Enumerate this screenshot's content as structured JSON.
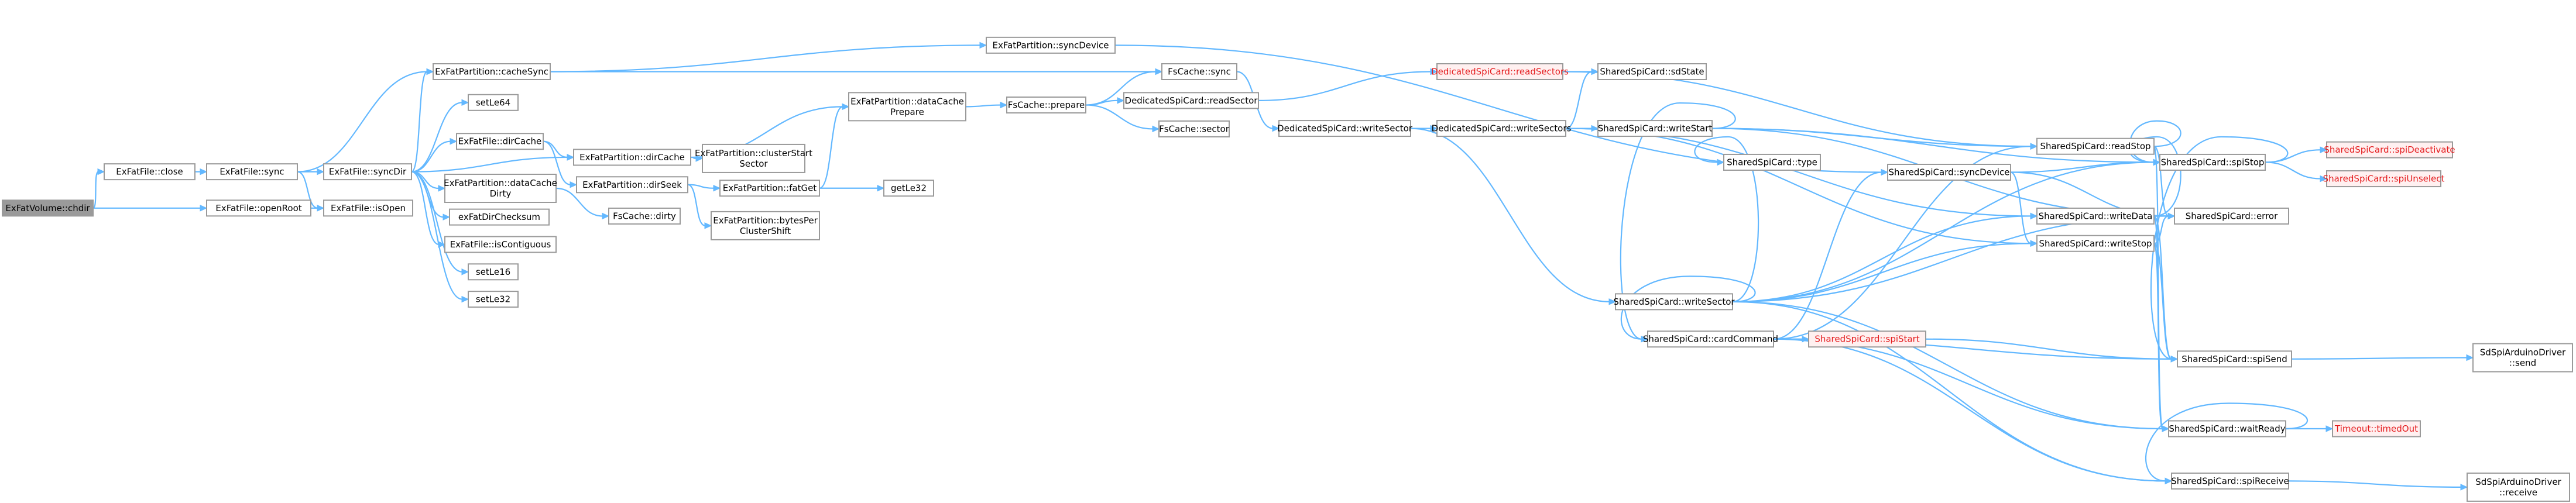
{
  "colors": {
    "node_fill": "#ffffff",
    "node_border": "#9a9a9a",
    "root_fill": "#9a9a9a",
    "root_text": "#000000",
    "text": "#000000",
    "warn_text": "#e41a1c",
    "warn_border": "#e41a1c",
    "warn_fill": "#fff0f0",
    "edge": "#63b8ff"
  },
  "nodes": [
    {
      "id": "n0",
      "lines": [
        "ExFatVolume::chdir"
      ],
      "style": "root"
    },
    {
      "id": "n1",
      "lines": [
        "ExFatFile::close"
      ]
    },
    {
      "id": "n2",
      "lines": [
        "ExFatFile::openRoot"
      ]
    },
    {
      "id": "n3",
      "lines": [
        "ExFatFile::sync"
      ]
    },
    {
      "id": "n4",
      "lines": [
        "ExFatFile::isOpen"
      ]
    },
    {
      "id": "n5",
      "lines": [
        "ExFatFile::syncDir"
      ]
    },
    {
      "id": "n6",
      "lines": [
        "ExFatPartition::cacheSync"
      ]
    },
    {
      "id": "n7",
      "lines": [
        "setLe64"
      ]
    },
    {
      "id": "n8",
      "lines": [
        "ExFatFile::dirCache"
      ]
    },
    {
      "id": "n9",
      "lines": [
        "ExFatPartition::dataCache",
        "Dirty"
      ]
    },
    {
      "id": "n10",
      "lines": [
        "exFatDirChecksum"
      ]
    },
    {
      "id": "n11",
      "lines": [
        "ExFatFile::isContiguous"
      ]
    },
    {
      "id": "n12",
      "lines": [
        "setLe16"
      ]
    },
    {
      "id": "n13",
      "lines": [
        "setLe32"
      ]
    },
    {
      "id": "n14",
      "lines": [
        "ExFatPartition::dirCache"
      ]
    },
    {
      "id": "n15",
      "lines": [
        "ExFatPartition::dirSeek"
      ]
    },
    {
      "id": "n16",
      "lines": [
        "FsCache::dirty"
      ]
    },
    {
      "id": "n17",
      "lines": [
        "ExFatPartition::syncDevice"
      ]
    },
    {
      "id": "n18",
      "lines": [
        "FsCache::sync"
      ]
    },
    {
      "id": "n19",
      "lines": [
        "ExFatPartition::clusterStart",
        "Sector"
      ]
    },
    {
      "id": "n20",
      "lines": [
        "ExFatPartition::dataCache",
        "Prepare"
      ]
    },
    {
      "id": "n21",
      "lines": [
        "ExFatPartition::fatGet"
      ]
    },
    {
      "id": "n22",
      "lines": [
        "ExFatPartition::bytesPer",
        "ClusterShift"
      ]
    },
    {
      "id": "n23",
      "lines": [
        "FsCache::prepare"
      ]
    },
    {
      "id": "n24",
      "lines": [
        "getLe32"
      ]
    },
    {
      "id": "n25",
      "lines": [
        "DedicatedSpiCard::readSector"
      ]
    },
    {
      "id": "n26",
      "lines": [
        "FsCache::sector"
      ]
    },
    {
      "id": "n27",
      "lines": [
        "DedicatedSpiCard::writeSector"
      ]
    },
    {
      "id": "n28",
      "lines": [
        "DedicatedSpiCard::readSectors"
      ],
      "style": "warn"
    },
    {
      "id": "n29",
      "lines": [
        "DedicatedSpiCard::writeSectors"
      ]
    },
    {
      "id": "n30",
      "lines": [
        "SharedSpiCard::sdState"
      ]
    },
    {
      "id": "n31",
      "lines": [
        "SharedSpiCard::writeStart"
      ]
    },
    {
      "id": "n32",
      "lines": [
        "SharedSpiCard::writeSector"
      ]
    },
    {
      "id": "n33",
      "lines": [
        "SharedSpiCard::type"
      ]
    },
    {
      "id": "n34",
      "lines": [
        "SharedSpiCard::syncDevice"
      ]
    },
    {
      "id": "n35",
      "lines": [
        "SharedSpiCard::cardCommand"
      ]
    },
    {
      "id": "n36",
      "lines": [
        "SharedSpiCard::spiStart"
      ],
      "style": "warn"
    },
    {
      "id": "n37",
      "lines": [
        "SharedSpiCard::readStop"
      ]
    },
    {
      "id": "n38",
      "lines": [
        "SharedSpiCard::writeData"
      ]
    },
    {
      "id": "n39",
      "lines": [
        "SharedSpiCard::writeStop"
      ]
    },
    {
      "id": "n40",
      "lines": [
        "SharedSpiCard::spiStop"
      ]
    },
    {
      "id": "n41",
      "lines": [
        "SharedSpiCard::error"
      ]
    },
    {
      "id": "n42",
      "lines": [
        "SharedSpiCard::spiSend"
      ]
    },
    {
      "id": "n43",
      "lines": [
        "SharedSpiCard::waitReady"
      ]
    },
    {
      "id": "n44",
      "lines": [
        "SharedSpiCard::spiReceive"
      ]
    },
    {
      "id": "n45",
      "lines": [
        "SharedSpiCard::spiDeactivate"
      ],
      "style": "warn"
    },
    {
      "id": "n46",
      "lines": [
        "SharedSpiCard::spiUnselect"
      ],
      "style": "warn"
    },
    {
      "id": "n47",
      "lines": [
        "SdSpiArduinoDriver",
        "::send"
      ]
    },
    {
      "id": "n48",
      "lines": [
        "Timeout::timedOut"
      ],
      "style": "warn"
    },
    {
      "id": "n49",
      "lines": [
        "SdSpiArduinoDriver",
        "::receive"
      ]
    }
  ],
  "edges": [
    [
      "n0",
      "n1"
    ],
    [
      "n0",
      "n2"
    ],
    [
      "n1",
      "n3"
    ],
    [
      "n2",
      "n4"
    ],
    [
      "n3",
      "n4"
    ],
    [
      "n3",
      "n5"
    ],
    [
      "n3",
      "n6"
    ],
    [
      "n5",
      "n6"
    ],
    [
      "n5",
      "n7"
    ],
    [
      "n5",
      "n8"
    ],
    [
      "n5",
      "n9"
    ],
    [
      "n5",
      "n10"
    ],
    [
      "n5",
      "n11"
    ],
    [
      "n5",
      "n12"
    ],
    [
      "n5",
      "n13"
    ],
    [
      "n5",
      "n14"
    ],
    [
      "n6",
      "n17"
    ],
    [
      "n6",
      "n18"
    ],
    [
      "n8",
      "n14"
    ],
    [
      "n8",
      "n15"
    ],
    [
      "n9",
      "n16"
    ],
    [
      "n14",
      "n19"
    ],
    [
      "n14",
      "n20"
    ],
    [
      "n15",
      "n21"
    ],
    [
      "n15",
      "n22"
    ],
    [
      "n20",
      "n23"
    ],
    [
      "n21",
      "n20"
    ],
    [
      "n21",
      "n24"
    ],
    [
      "n23",
      "n18"
    ],
    [
      "n23",
      "n25"
    ],
    [
      "n23",
      "n26"
    ],
    [
      "n18",
      "n27"
    ],
    [
      "n17",
      "n34"
    ],
    [
      "n25",
      "n28"
    ],
    [
      "n27",
      "n29"
    ],
    [
      "n27",
      "n32"
    ],
    [
      "n28",
      "n30"
    ],
    [
      "n28",
      "n37"
    ],
    [
      "n29",
      "n30"
    ],
    [
      "n29",
      "n31"
    ],
    [
      "n29",
      "n38"
    ],
    [
      "n29",
      "n39"
    ],
    [
      "n31",
      "n35"
    ],
    [
      "n31",
      "n40"
    ],
    [
      "n31",
      "n41"
    ],
    [
      "n31",
      "n37"
    ],
    [
      "n32",
      "n33"
    ],
    [
      "n32",
      "n35"
    ],
    [
      "n32",
      "n38"
    ],
    [
      "n32",
      "n39"
    ],
    [
      "n32",
      "n40"
    ],
    [
      "n32",
      "n41"
    ],
    [
      "n32",
      "n43"
    ],
    [
      "n32",
      "n44"
    ],
    [
      "n34",
      "n39"
    ],
    [
      "n34",
      "n40"
    ],
    [
      "n34",
      "n41"
    ],
    [
      "n35",
      "n34"
    ],
    [
      "n35",
      "n36"
    ],
    [
      "n35",
      "n37"
    ],
    [
      "n35",
      "n42"
    ],
    [
      "n35",
      "n43"
    ],
    [
      "n35",
      "n44"
    ],
    [
      "n36",
      "n42"
    ],
    [
      "n37",
      "n40"
    ],
    [
      "n37",
      "n41"
    ],
    [
      "n37",
      "n43"
    ],
    [
      "n38",
      "n41"
    ],
    [
      "n38",
      "n42"
    ],
    [
      "n38",
      "n43"
    ],
    [
      "n38",
      "n40"
    ],
    [
      "n39",
      "n41"
    ],
    [
      "n39",
      "n42"
    ],
    [
      "n39",
      "n43"
    ],
    [
      "n40",
      "n45"
    ],
    [
      "n40",
      "n46"
    ],
    [
      "n40",
      "n42"
    ],
    [
      "n42",
      "n47"
    ],
    [
      "n43",
      "n44"
    ],
    [
      "n43",
      "n48"
    ],
    [
      "n44",
      "n49"
    ]
  ]
}
